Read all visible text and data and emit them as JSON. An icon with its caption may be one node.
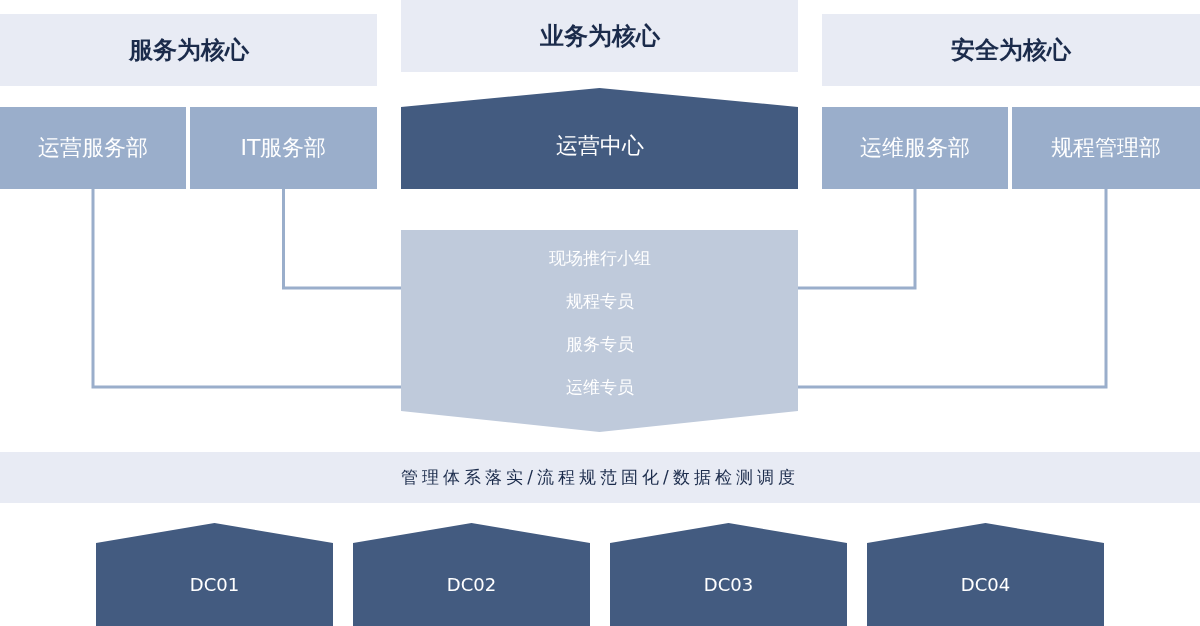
{
  "diagram": {
    "nodes": [
      {
        "text": [
          "服务为核心"
        ]
      },
      {
        "text": [
          "业务为核心"
        ]
      },
      {
        "text": [
          "安全为核心"
        ]
      },
      {
        "text": [
          "运营服务部"
        ]
      },
      {
        "text": [
          "IT服务部"
        ]
      },
      {
        "text": [
          "运营中心"
        ]
      },
      {
        "text": [
          "运维服务部"
        ]
      },
      {
        "text": [
          "规程管理部"
        ]
      },
      {
        "text": [
          "现场推行小组",
          "规程专员",
          "服务专员",
          "运维专员"
        ]
      },
      {
        "text": [
          "管理体系落实/流程规范固化/数据检测调度"
        ]
      },
      {
        "text": [
          "DC01"
        ]
      },
      {
        "text": [
          "DC02"
        ]
      },
      {
        "text": [
          "DC03"
        ]
      },
      {
        "text": [
          "DC04"
        ]
      }
    ],
    "edges": [
      {
        "from": 3,
        "to": 8,
        "arrow": "none"
      },
      {
        "from": 4,
        "to": 8,
        "arrow": "none"
      },
      {
        "from": 6,
        "to": 8,
        "arrow": "none"
      },
      {
        "from": 7,
        "to": 8,
        "arrow": "none"
      }
    ]
  }
}
